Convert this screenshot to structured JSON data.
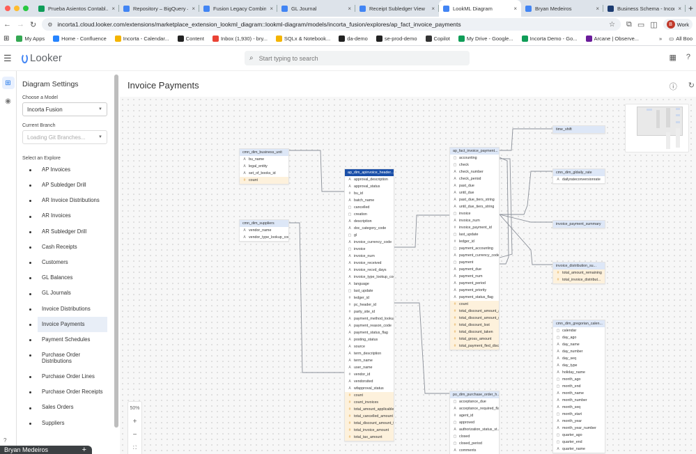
{
  "browser": {
    "tabs": [
      {
        "title": "Prueba Asientos Contabl...",
        "icon": "sheets-icon",
        "color": "#0f9d58"
      },
      {
        "title": "Repository – BigQuery – I...",
        "icon": "search-icon",
        "color": "#4285f4"
      },
      {
        "title": "Fusion Legacy Combined",
        "icon": "doc-icon",
        "color": "#4285f4"
      },
      {
        "title": "GL Journal",
        "icon": "looker-icon",
        "color": "#4285f4"
      },
      {
        "title": "Receipt Subledger View",
        "icon": "looker-icon",
        "color": "#4285f4"
      },
      {
        "title": "LookML Diagram",
        "icon": "looker-icon",
        "color": "#4285f4",
        "active": true
      },
      {
        "title": "Bryan Medeiros",
        "icon": "looker-icon",
        "color": "#4285f4"
      },
      {
        "title": "Business Schema - Incort...",
        "icon": "incorta-icon",
        "color": "#1c3b70"
      }
    ],
    "url": "incorta1.cloud.looker.com/extensions/marketplace_extension_lookml_diagram::lookml-diagram/models/incorta_fusion/explores/ap_fact_invoice_payments",
    "profile_initial": "B",
    "profile_label": "Work",
    "bookmarks": [
      {
        "label": "My Apps",
        "color": "#34a853",
        "icon": "apps-icon"
      },
      {
        "label": "Home - Confluence",
        "color": "#2684ff",
        "icon": "confluence-icon"
      },
      {
        "label": "Incorta - Calendar...",
        "color": "#f4b400",
        "icon": "calendar-icon"
      },
      {
        "label": "Content",
        "color": "#222222",
        "icon": "incorta-icon"
      },
      {
        "label": "Inbox (1,930) - bry...",
        "color": "#ea4335",
        "icon": "gmail-icon"
      },
      {
        "label": "SQLx & Notebook...",
        "color": "#f4b400",
        "icon": "sqlx-icon"
      },
      {
        "label": "da-demo",
        "color": "#222222",
        "icon": "incorta-icon"
      },
      {
        "label": "se-prod-demo",
        "color": "#222222",
        "icon": "incorta-icon"
      },
      {
        "label": "Copilot",
        "color": "#333333",
        "icon": "copilot-icon"
      },
      {
        "label": "My Drive - Google...",
        "color": "#0f9d58",
        "icon": "drive-icon"
      },
      {
        "label": "Incorta Demo - Go...",
        "color": "#0f9d58",
        "icon": "sheets-icon"
      },
      {
        "label": "Arcane | Observe...",
        "color": "#6a1b9a",
        "icon": "arcane-icon"
      }
    ],
    "all_bookmarks": "All Boo"
  },
  "looker": {
    "logo_text": "Looker",
    "search_placeholder": "Start typing to search"
  },
  "sidebar": {
    "title": "Diagram Settings",
    "model_label": "Choose a Model",
    "model_value": "Incorta Fusion",
    "branch_label": "Current Branch",
    "branch_value": "Loading Git Branches...",
    "explore_label": "Select an Explore",
    "explores": [
      {
        "label": "AP Invoices"
      },
      {
        "label": "AP Subledger Drill"
      },
      {
        "label": "AR Invoice Distributions"
      },
      {
        "label": "AR Invoices"
      },
      {
        "label": "AR Subledger Drill"
      },
      {
        "label": "Cash Receipts"
      },
      {
        "label": "Customers"
      },
      {
        "label": "GL Balances"
      },
      {
        "label": "GL Journals"
      },
      {
        "label": "Invoice Distributions"
      },
      {
        "label": "Invoice Payments",
        "selected": true
      },
      {
        "label": "Payment Schedules"
      },
      {
        "label": "Purchase Order Distributions",
        "tall": true
      },
      {
        "label": "Purchase Order Lines"
      },
      {
        "label": "Purchase Order Receipts"
      },
      {
        "label": "Sales Orders"
      },
      {
        "label": "Suppliers"
      }
    ]
  },
  "user": {
    "name": "Bryan Medeiros"
  },
  "main": {
    "title": "Invoice Payments",
    "zoom_level": "50%"
  },
  "diagram": {
    "nodes": [
      {
        "id": "bu",
        "title": "cmn_dim_business_unit",
        "fields": [
          {
            "name": "bu_name",
            "t": "A"
          },
          {
            "name": "legal_entity",
            "t": "A"
          },
          {
            "name": "set_of_books_id",
            "t": "A"
          },
          {
            "name": "count",
            "t": "#",
            "m": true
          }
        ]
      },
      {
        "id": "sup",
        "title": "cmn_dim_suppliers",
        "fields": [
          {
            "name": "vendor_name",
            "t": "A"
          },
          {
            "name": "vendor_type_lookup_code",
            "t": "A"
          }
        ]
      },
      {
        "id": "hdr",
        "title": "ap_dim_apinvoice_header...",
        "dark": true,
        "fields": [
          {
            "name": "approval_description",
            "t": "A"
          },
          {
            "name": "approval_status",
            "t": "A"
          },
          {
            "name": "bu_id",
            "t": "#"
          },
          {
            "name": "batch_name",
            "t": "A"
          },
          {
            "name": "cancelled",
            "t": "D"
          },
          {
            "name": "creation",
            "t": "D"
          },
          {
            "name": "description",
            "t": "A"
          },
          {
            "name": "doc_category_code",
            "t": "A"
          },
          {
            "name": "gl",
            "t": "D"
          },
          {
            "name": "invoice_currency_code",
            "t": "A"
          },
          {
            "name": "invoice",
            "t": "D"
          },
          {
            "name": "invoice_num",
            "t": "A"
          },
          {
            "name": "invoice_received",
            "t": "A"
          },
          {
            "name": "invoice_recvd_days",
            "t": "A"
          },
          {
            "name": "invoice_type_lookup_cod...",
            "t": "A"
          },
          {
            "name": "language",
            "t": "A"
          },
          {
            "name": "last_update",
            "t": "D"
          },
          {
            "name": "ledger_id",
            "t": "#"
          },
          {
            "name": "pc_header_id",
            "t": "#"
          },
          {
            "name": "party_site_id",
            "t": "#"
          },
          {
            "name": "payment_method_lookup_c...",
            "t": "A"
          },
          {
            "name": "payment_reason_code",
            "t": "A"
          },
          {
            "name": "payment_status_flag",
            "t": "A"
          },
          {
            "name": "posting_status",
            "t": "A"
          },
          {
            "name": "source",
            "t": "A"
          },
          {
            "name": "term_description",
            "t": "A"
          },
          {
            "name": "term_name",
            "t": "A"
          },
          {
            "name": "user_name",
            "t": "A"
          },
          {
            "name": "vendor_id",
            "t": "#"
          },
          {
            "name": "vendorsited",
            "t": "A"
          },
          {
            "name": "wfapproval_status",
            "t": "A"
          },
          {
            "name": "count",
            "t": "#",
            "m": true
          },
          {
            "name": "count_invoices",
            "t": "#",
            "m": true
          },
          {
            "name": "total_amount_applicable...",
            "t": "#",
            "m": true
          },
          {
            "name": "total_cancelled_amount",
            "t": "#",
            "m": true
          },
          {
            "name": "total_discount_amount_t...",
            "t": "#",
            "m": true
          },
          {
            "name": "total_invoice_amount",
            "t": "#",
            "m": true
          },
          {
            "name": "total_tax_amount",
            "t": "#",
            "m": true
          }
        ]
      },
      {
        "id": "fact",
        "title": "ap_fact_invoice_payment...",
        "fields": [
          {
            "name": "accounting",
            "t": "D"
          },
          {
            "name": "check",
            "t": "D"
          },
          {
            "name": "check_number",
            "t": "A"
          },
          {
            "name": "check_period",
            "t": "A"
          },
          {
            "name": "past_due",
            "t": "A"
          },
          {
            "name": "until_due",
            "t": "A"
          },
          {
            "name": "past_due_tiers_string",
            "t": "A"
          },
          {
            "name": "until_due_tiers_string",
            "t": "A"
          },
          {
            "name": "invoice",
            "t": "D"
          },
          {
            "name": "invoice_num",
            "t": "A"
          },
          {
            "name": "invoice_payment_id",
            "t": "#"
          },
          {
            "name": "last_update",
            "t": "D"
          },
          {
            "name": "ledger_id",
            "t": "#"
          },
          {
            "name": "payment_accounting",
            "t": "D"
          },
          {
            "name": "payment_currency_code",
            "t": "A"
          },
          {
            "name": "payment",
            "t": "D"
          },
          {
            "name": "payment_due",
            "t": "A"
          },
          {
            "name": "payment_num",
            "t": "A"
          },
          {
            "name": "payment_period",
            "t": "A"
          },
          {
            "name": "payment_priority",
            "t": "A"
          },
          {
            "name": "payment_status_flag",
            "t": "A"
          },
          {
            "name": "count",
            "t": "#",
            "m": true
          },
          {
            "name": "total_discount_amount_a...",
            "t": "#",
            "m": true
          },
          {
            "name": "total_discount_amount_r...",
            "t": "#",
            "m": true
          },
          {
            "name": "total_discount_lost",
            "t": "#",
            "m": true
          },
          {
            "name": "total_discount_taken",
            "t": "#",
            "m": true
          },
          {
            "name": "total_gross_amount",
            "t": "#",
            "m": true
          },
          {
            "name": "total_payment_fled_disc...",
            "t": "#",
            "m": true
          }
        ]
      },
      {
        "id": "time",
        "title": "time_shift",
        "fields": []
      },
      {
        "id": "rate",
        "title": "cmn_dim_gldaily_rate",
        "fields": [
          {
            "name": "dailyrateconversionrate",
            "t": "A"
          }
        ]
      },
      {
        "id": "ips",
        "title": "invoice_payment_summary",
        "fields": []
      },
      {
        "id": "ids",
        "title": "invoice_distribution_su...",
        "fields": [
          {
            "name": "total_amount_remaining",
            "t": "#",
            "m": true
          },
          {
            "name": "total_invoice_distribut...",
            "t": "#",
            "m": true
          }
        ]
      },
      {
        "id": "cal",
        "title": "cmn_dim_gregorian_calen...",
        "fields": [
          {
            "name": "calendar",
            "t": "D"
          },
          {
            "name": "day_ago",
            "t": "D"
          },
          {
            "name": "day_name",
            "t": "A"
          },
          {
            "name": "day_number",
            "t": "A"
          },
          {
            "name": "day_seq",
            "t": "A"
          },
          {
            "name": "day_type",
            "t": "A"
          },
          {
            "name": "holiday_name",
            "t": "A"
          },
          {
            "name": "month_ago",
            "t": "D"
          },
          {
            "name": "month_end",
            "t": "D"
          },
          {
            "name": "month_name",
            "t": "A"
          },
          {
            "name": "month_number",
            "t": "A"
          },
          {
            "name": "month_seq",
            "t": "A"
          },
          {
            "name": "month_start",
            "t": "D"
          },
          {
            "name": "month_year",
            "t": "A"
          },
          {
            "name": "month_year_number",
            "t": "A"
          },
          {
            "name": "quarter_ago",
            "t": "D"
          },
          {
            "name": "quarter_end",
            "t": "D"
          },
          {
            "name": "quarter_name",
            "t": "A"
          }
        ]
      },
      {
        "id": "po",
        "title": "po_dim_purchase_order_h...",
        "fields": [
          {
            "name": "acceptance_due",
            "t": "D"
          },
          {
            "name": "acceptance_required_fla...",
            "t": "A"
          },
          {
            "name": "agent_id",
            "t": "#"
          },
          {
            "name": "approved",
            "t": "D"
          },
          {
            "name": "authorization_status_st...",
            "t": "A"
          },
          {
            "name": "closed",
            "t": "D"
          },
          {
            "name": "closed_period",
            "t": "D"
          },
          {
            "name": "comments",
            "t": "A"
          }
        ]
      }
    ]
  }
}
